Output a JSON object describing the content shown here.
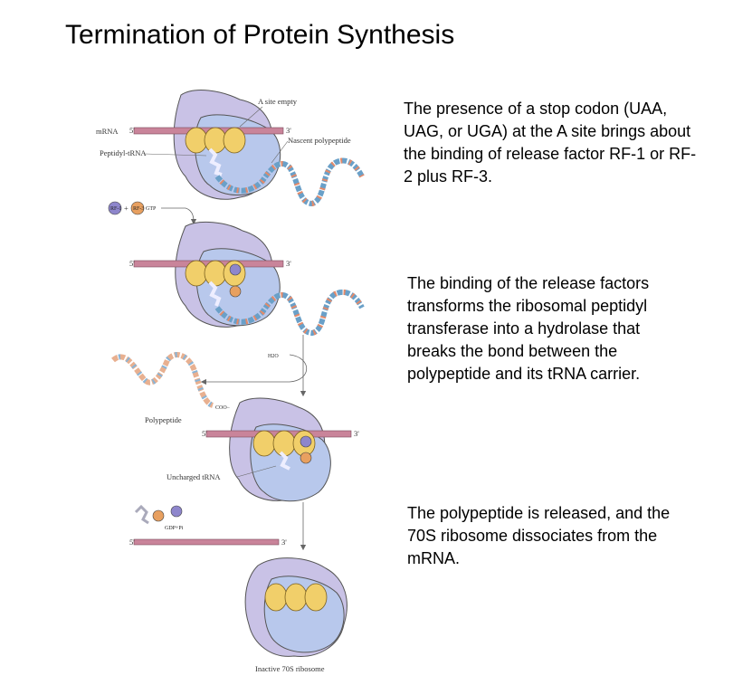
{
  "slide": {
    "title": "Termination of Protein Synthesis",
    "paragraphs": [
      "The presence of a stop codon (UAA, UAG, or UGA) at the A site brings about the binding of release factor RF-1 or RF-2 plus RF-3.",
      "The binding of the release factors transforms the ribosomal peptidyl transferase into a hydrolase that breaks the bond between the polypeptide and its tRNA carrier.",
      "The polypeptide is released, and the 70S ribosome dissociates from the mRNA."
    ]
  },
  "diagram": {
    "labels": {
      "mrna": "mRNA",
      "five_prime": "5'",
      "three_prime": "3'",
      "a_site_empty": "A site empty",
      "nascent_polypeptide": "Nascent polypeptide",
      "peptidyl_trna": "Peptidyl-tRNA",
      "rf1": "RF-1",
      "rf3": "RF-3",
      "gtp": "GTP",
      "plus": "+",
      "h2o": "H2O",
      "coo": "COO−",
      "polypeptide": "Polypeptide",
      "uncharged_trna": "Uncharged tRNA",
      "gdp_pi": "GDP+Pi",
      "inactive_ribosome": "Inactive 70S ribosome"
    }
  }
}
